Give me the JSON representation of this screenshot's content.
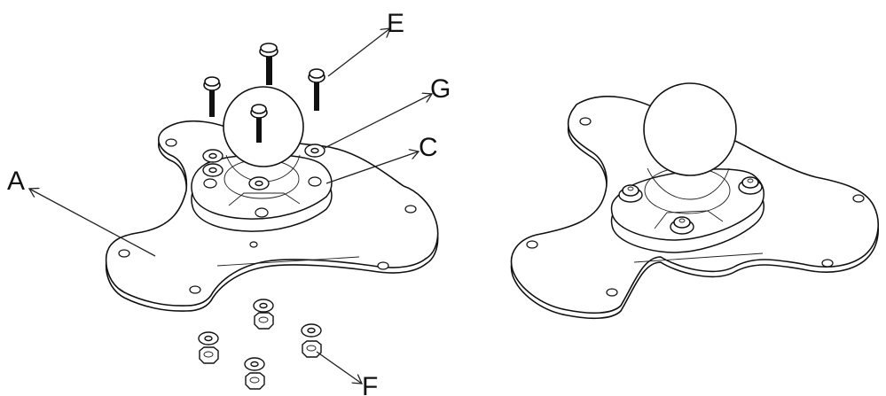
{
  "callouts": {
    "a": "A",
    "c": "C",
    "e": "E",
    "f": "F",
    "g": "G"
  },
  "colors": {
    "line": "#111111",
    "background": "#ffffff"
  }
}
